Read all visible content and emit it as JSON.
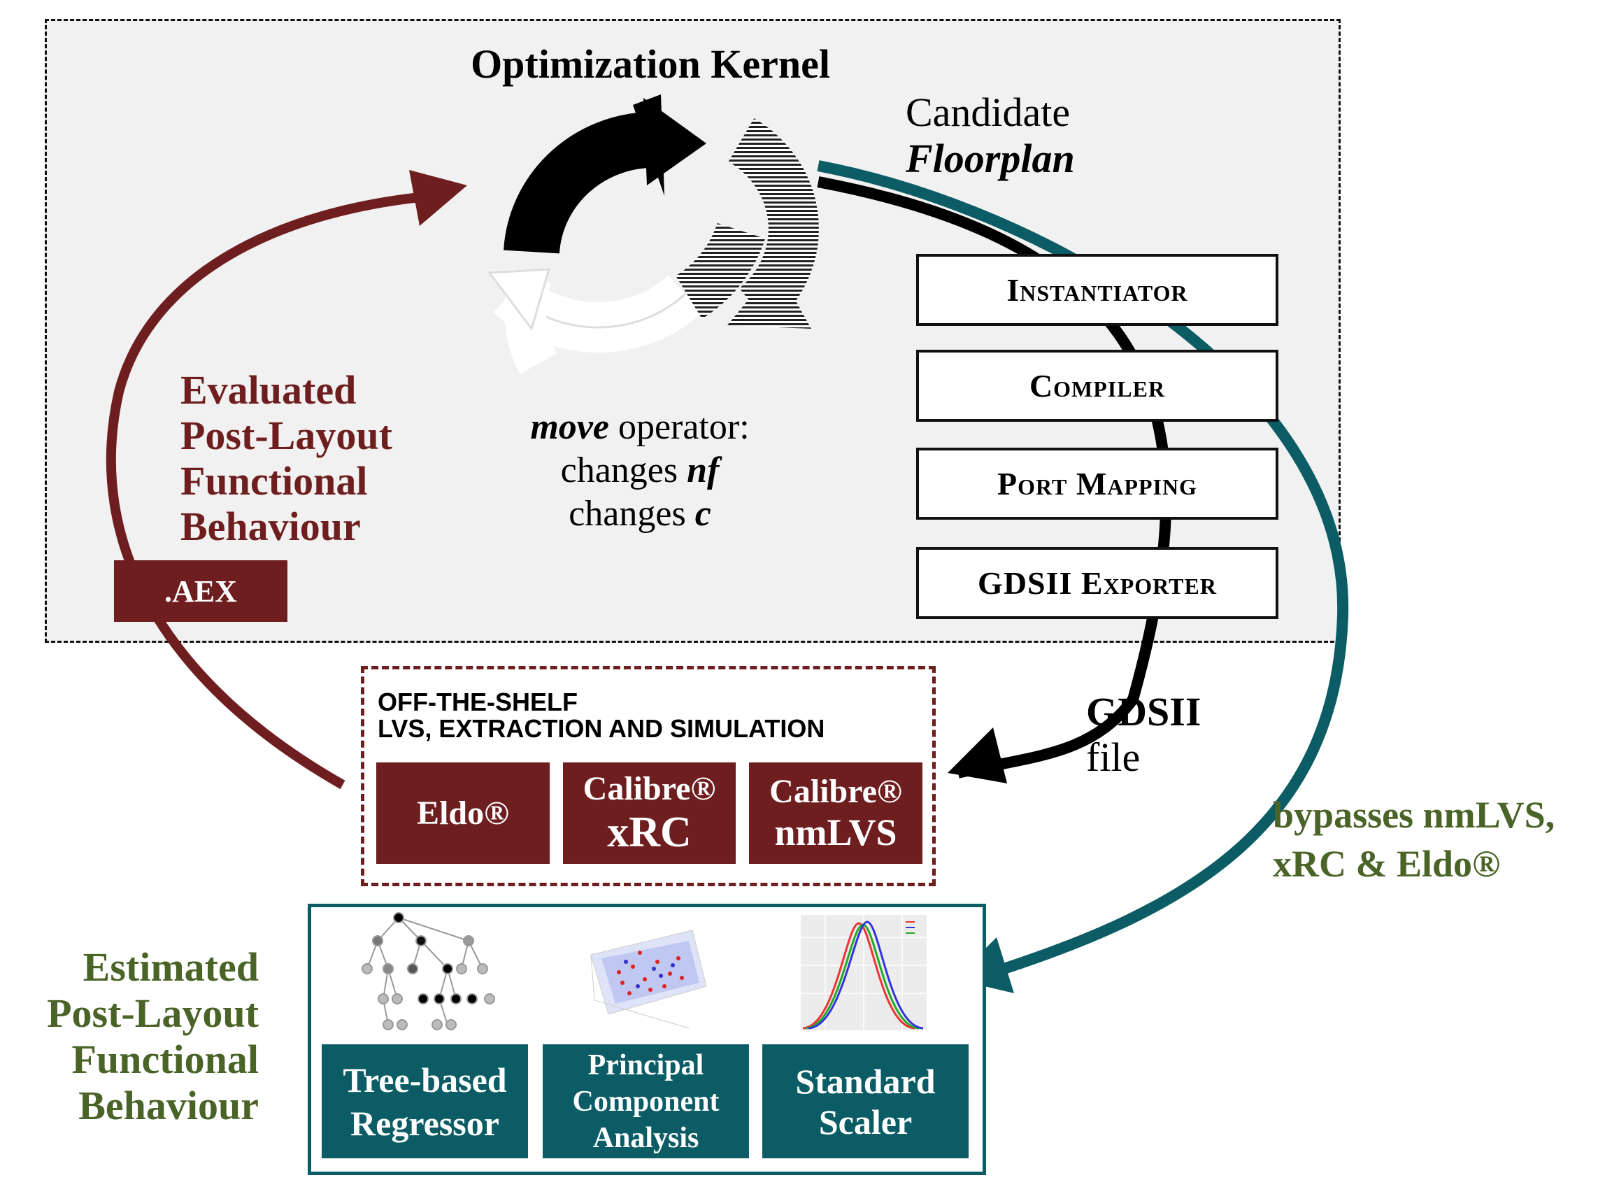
{
  "kernel": {
    "title": "Optimization Kernel",
    "candidate_line1": "Candidate",
    "candidate_line2": "Floorplan",
    "stages": [
      "Instantiator",
      "Compiler",
      "Port Mapping",
      "GDSII Exporter"
    ],
    "move_word": "move",
    "move_rest": " operator:",
    "changes_nf_pre": "changes ",
    "changes_nf_var": "nf",
    "changes_c_pre": "changes ",
    "changes_c_var": "c"
  },
  "evaluated": {
    "lines": [
      "Evaluated",
      "Post-Layout",
      "Functional",
      "Behaviour"
    ],
    "aex_label": ".AEX"
  },
  "shelf": {
    "label_line1": "OFF-THE-SHELF",
    "label_line2": "LVS, EXTRACTION AND SIMULATION",
    "tools": [
      {
        "line1": "Eldo®",
        "line2": ""
      },
      {
        "line1": "Calibre®",
        "line2": "xRC"
      },
      {
        "line1": "Calibre®",
        "line2": "nmLVS"
      }
    ]
  },
  "gdsii": {
    "line1": "GDSII",
    "line2": "file"
  },
  "bypass": {
    "line1": "bypasses nmLVS,",
    "line2": "xRC & Eldo®"
  },
  "estimated": {
    "lines": [
      "Estimated",
      "Post-Layout",
      "Functional",
      "Behaviour"
    ]
  },
  "ml": {
    "models": [
      {
        "lines": [
          "Tree-based",
          "Regressor"
        ],
        "icon": "decision-tree-icon"
      },
      {
        "lines": [
          "Principal",
          "Component",
          "Analysis"
        ],
        "icon": "pca-scatter-icon"
      },
      {
        "lines": [
          "Standard",
          "Scaler"
        ],
        "icon": "gaussian-curves-icon"
      }
    ]
  },
  "colors": {
    "maroon": "#6e1e1e",
    "teal": "#0b5c64",
    "olive": "#4a6327",
    "kernel_bg": "#f1f1f1"
  }
}
